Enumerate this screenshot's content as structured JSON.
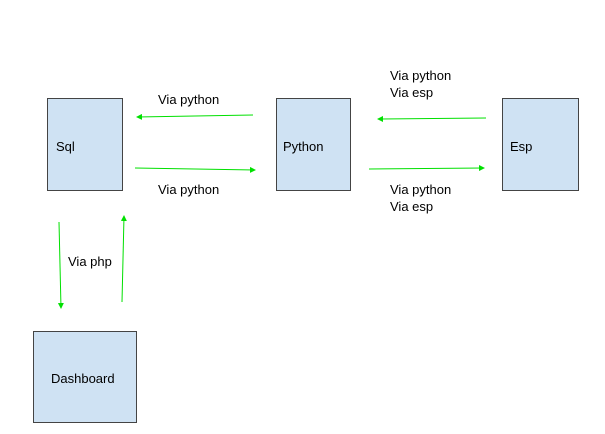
{
  "nodes": {
    "sql": {
      "label": "Sql"
    },
    "python": {
      "label": "Python"
    },
    "esp": {
      "label": "Esp"
    },
    "dashboard": {
      "label": "Dashboard"
    }
  },
  "edges": {
    "python_to_sql": {
      "lines": [
        "Via python"
      ]
    },
    "sql_to_python": {
      "lines": [
        "Via python"
      ]
    },
    "esp_to_python": {
      "lines": [
        "Via python",
        "Via esp"
      ]
    },
    "python_to_esp": {
      "lines": [
        "Via python",
        "Via esp"
      ]
    },
    "sql_dashboard": {
      "lines": [
        "Via php"
      ]
    }
  },
  "colors": {
    "node_fill": "#cfe2f3",
    "node_border": "#444444",
    "arrow": "#00e000"
  }
}
